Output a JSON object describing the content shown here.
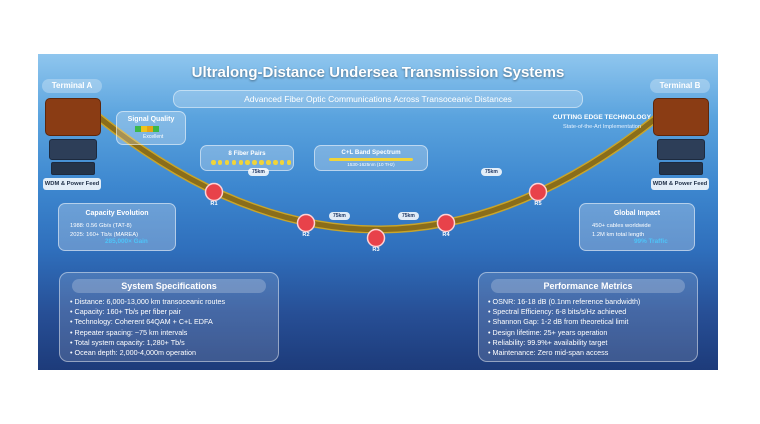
{
  "header": {
    "title": "Ultralong-Distance Undersea Transmission Systems",
    "subtitle": "Advanced Fiber Optic Communications Across Transoceanic Distances"
  },
  "terminal_a": {
    "label": "Terminal A",
    "feed": "WDM & Power Feed"
  },
  "terminal_b": {
    "label": "Terminal B",
    "feed": "WDM & Power Feed"
  },
  "signal_quality": {
    "title": "Signal Quality",
    "level": "Excellent",
    "bar_colors": [
      "#3db84a",
      "#f0c419",
      "#e8a317",
      "#3db84a"
    ]
  },
  "cutting_edge": {
    "title": "CUTTING EDGE TECHNOLOGY",
    "subtitle": "State-of-the-Art Implementation"
  },
  "fiber_pairs": {
    "title": "8 Fiber Pairs",
    "dot_color": "#f0d43a"
  },
  "band_spectrum": {
    "title": "C+L Band Spectrum",
    "range": "1530-1625nm (10 THz)"
  },
  "spans": [
    "75km",
    "75km",
    "75km",
    "75km"
  ],
  "repeaters": [
    "R1",
    "R2",
    "R3",
    "R4",
    "R5"
  ],
  "capacity_evolution": {
    "title": "Capacity Evolution",
    "line1": "1988: 0.56 Gb/s (TAT-8)",
    "line2": "2025: 160+ Tb/s (MAREA)",
    "highlight": "285,000× Gain"
  },
  "global_impact": {
    "title": "Global Impact",
    "line1": "450+ cables worldwide",
    "line2": "1.2M km total length",
    "highlight": "99% Traffic"
  },
  "system_specs": {
    "title": "System Specifications",
    "items": [
      "• Distance: 6,000-13,000 km transoceanic routes",
      "• Capacity: 160+ Tb/s per fiber pair",
      "• Technology: Coherent 64QAM + C+L EDFA",
      "• Repeater spacing: ~75 km intervals",
      "• Total system capacity: 1,280+ Tb/s",
      "• Ocean depth: 2,000-4,000m operation"
    ]
  },
  "performance_metrics": {
    "title": "Performance Metrics",
    "items": [
      "• OSNR: 16-18 dB (0.1nm reference bandwidth)",
      "• Spectral Efficiency: 6-8 bits/s/Hz achieved",
      "• Shannon Gap: 1-2 dB from theoretical limit",
      "• Design lifetime: 25+ years operation",
      "• Reliability: 99.9%+ availability target",
      "• Maintenance: Zero mid-span access"
    ]
  },
  "colors": {
    "cable": "#8a6d1a",
    "cable_edge": "#c9a52a",
    "repeater": "#e8424a",
    "terminal": "#8a3c14",
    "highlight_text": "#4fc3f7"
  }
}
